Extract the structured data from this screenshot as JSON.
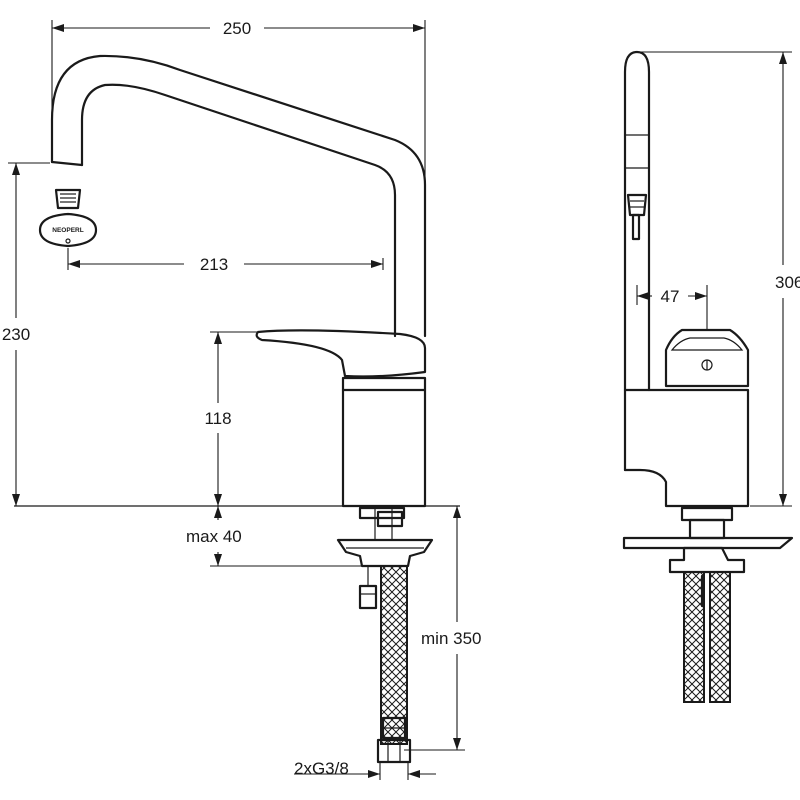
{
  "dimensions": {
    "spout_reach": "250",
    "aerator_reach": "213",
    "total_height": "230",
    "lever_height": "118",
    "deck_thickness": "max 40",
    "hose_length": "min 350",
    "connection": "2xG3/8",
    "side_width": "47",
    "side_height": "306"
  },
  "aerator_brand": "NEOPERL"
}
